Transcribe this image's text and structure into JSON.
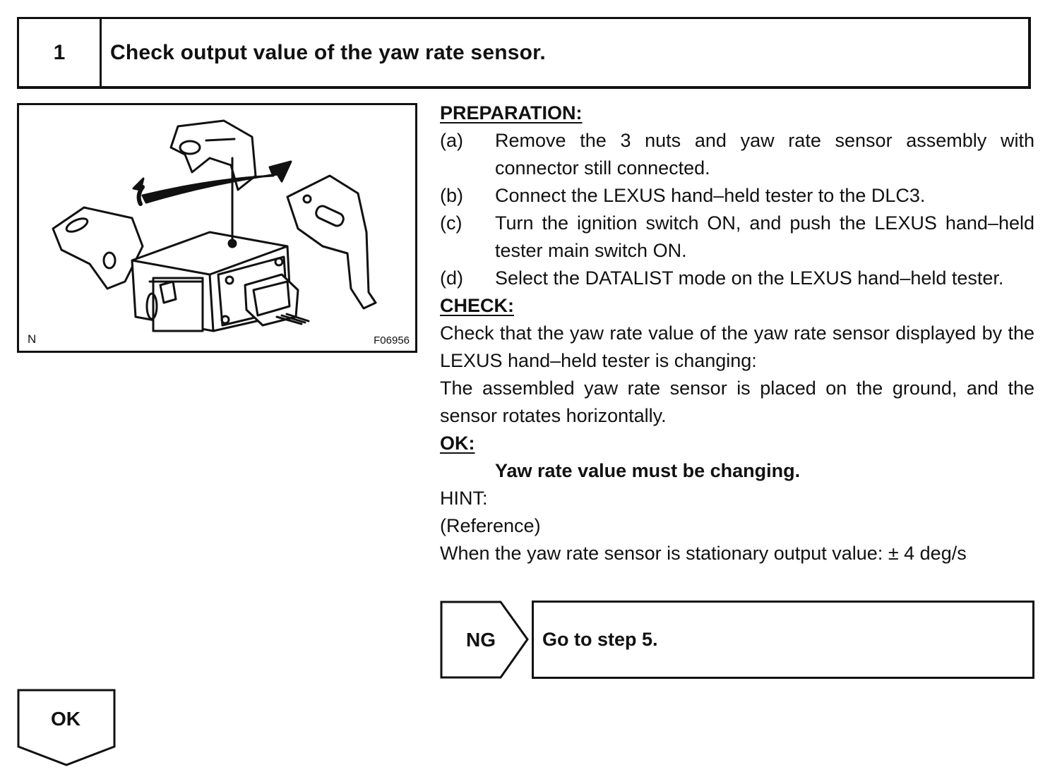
{
  "header": {
    "step_number": "1",
    "title": "Check output value of the yaw rate sensor."
  },
  "figure": {
    "corner_label": "N",
    "figure_code": "F06956"
  },
  "preparation": {
    "heading": "PREPARATION:",
    "items": [
      {
        "label": "(a)",
        "text": "Remove the 3 nuts and yaw rate sensor assembly with connector still connected."
      },
      {
        "label": "(b)",
        "text": "Connect the LEXUS hand–held tester to the DLC3."
      },
      {
        "label": "(c)",
        "text": "Turn the ignition switch ON, and push the LEXUS hand–held tester main switch ON."
      },
      {
        "label": "(d)",
        "text": "Select the DATALIST mode on the LEXUS hand–held tester."
      }
    ]
  },
  "check": {
    "heading": "CHECK:",
    "paragraphs": [
      "Check that the yaw rate value of the yaw rate sensor displayed by the LEXUS hand–held tester is changing:",
      "The assembled yaw rate sensor is placed on the ground, and the sensor rotates horizontally."
    ]
  },
  "ok_spec": {
    "heading": "OK:",
    "text": "Yaw rate value must be changing."
  },
  "hint": {
    "heading": "HINT:",
    "reference": "(Reference)",
    "text": "When the yaw rate sensor is stationary output value: ± 4 deg/s"
  },
  "ng": {
    "label": "NG",
    "action": "Go to step 5."
  },
  "ok": {
    "label": "OK"
  }
}
